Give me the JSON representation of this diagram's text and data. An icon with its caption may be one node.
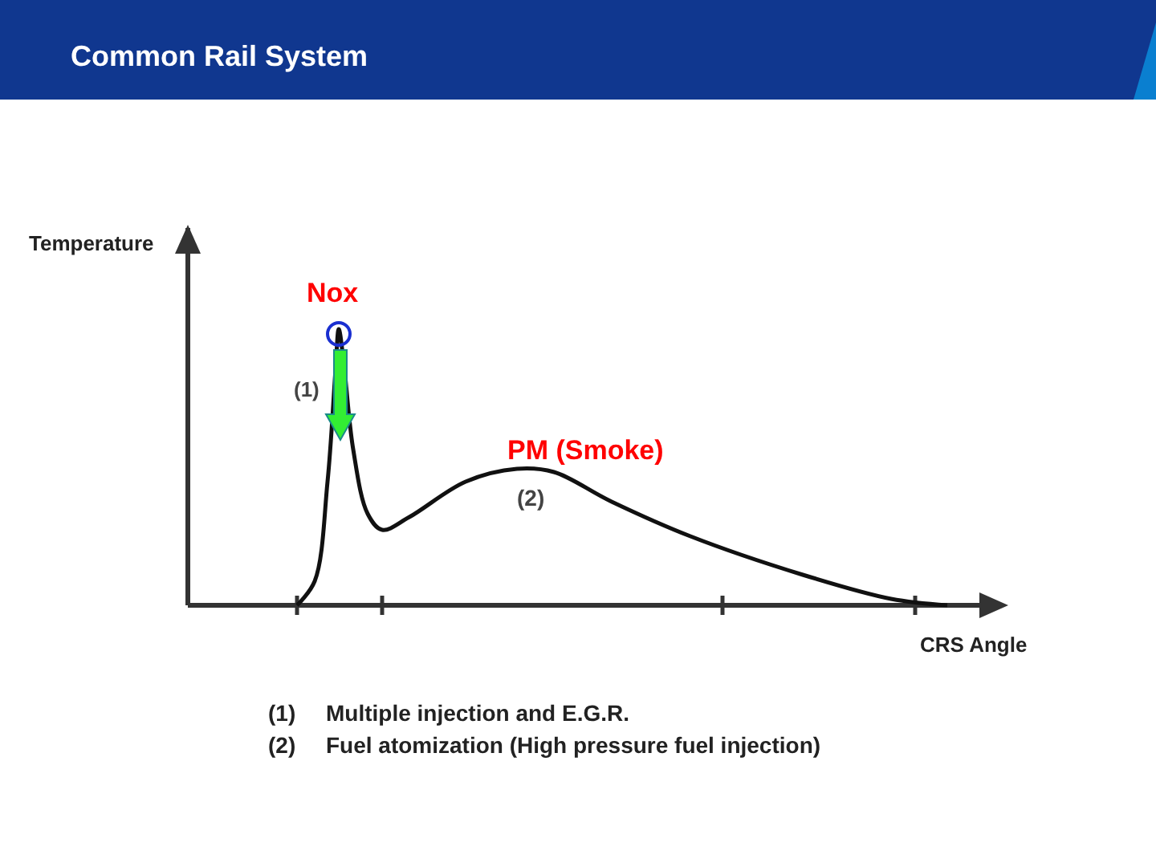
{
  "diagram": {
    "title": "Common Rail System",
    "labels": [
      "Temperature",
      "Nox",
      "(1)",
      "PM (Smoke)",
      "(2)",
      "CRS Angle",
      "(1)",
      "Multiple injection and E.G.R.",
      "(2)",
      "Fuel atomization (High pressure fuel injection)"
    ]
  }
}
